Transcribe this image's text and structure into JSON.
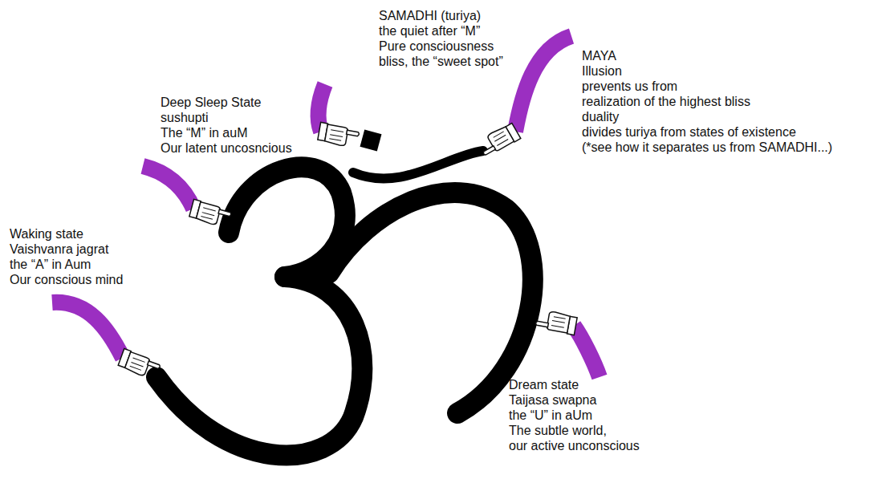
{
  "diagram": {
    "labels": [
      "SAMADHI (turiya)",
      "the quiet after “M”",
      "Pure consciousness",
      "bliss, the “sweet spot”",
      "MAYA",
      "Illusion",
      "prevents us from",
      "realization of the highest bliss",
      "duality",
      "divides turiya from states of existence",
      "(*see how it separates us from SAMADHI...)",
      "Deep Sleep State",
      "sushupti",
      "The “M” in auM",
      "Our latent uncosncious",
      "Waking state",
      "Vaishvanra jagrat",
      "the “A” in Aum",
      "Our conscious mind",
      "Dream state",
      "Taijasa swapna",
      "the “U” in aUm",
      "The subtle world,",
      "our active unconscious"
    ]
  }
}
